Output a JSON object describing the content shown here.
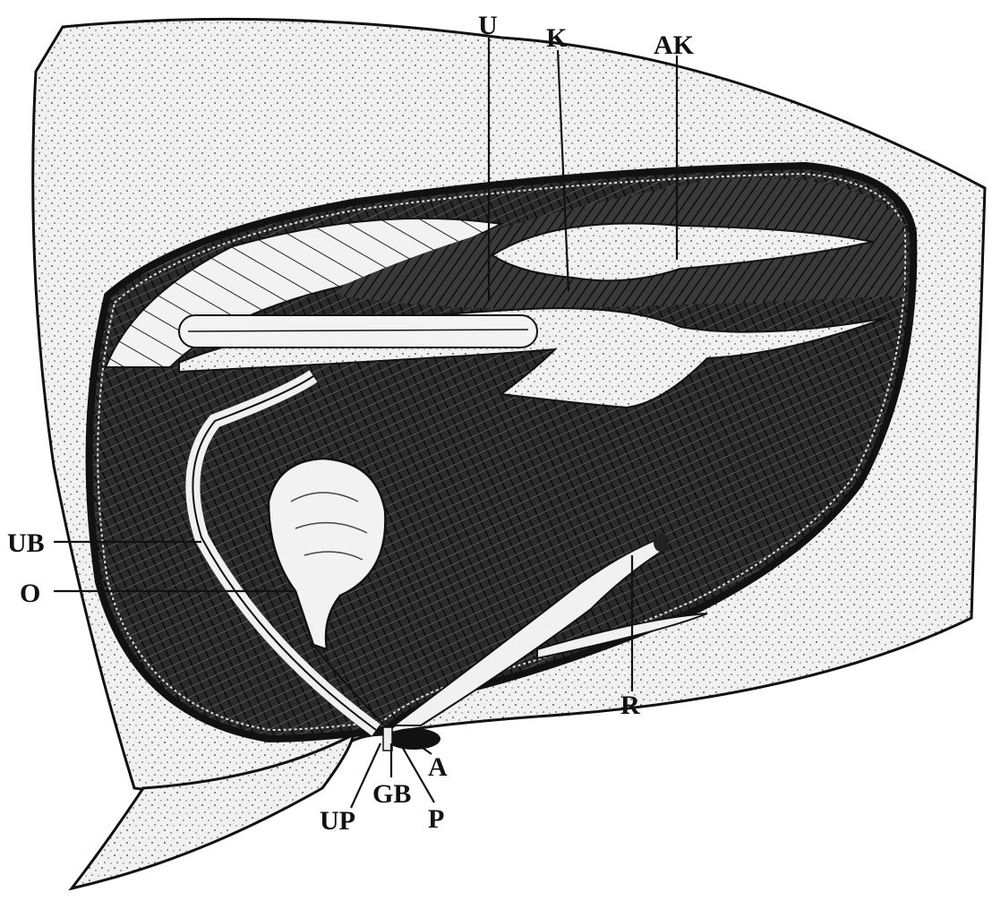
{
  "labels": {
    "u": "U",
    "k": "K",
    "ak": "AK",
    "ub": "UB",
    "o": "O",
    "r": "R",
    "a": "A",
    "up": "UP",
    "gb": "GB",
    "p": "P"
  },
  "colors": {
    "ink": "#111111",
    "paper": "#ffffff",
    "cavity": "#2b2b2b",
    "tissue": "#ececec"
  }
}
